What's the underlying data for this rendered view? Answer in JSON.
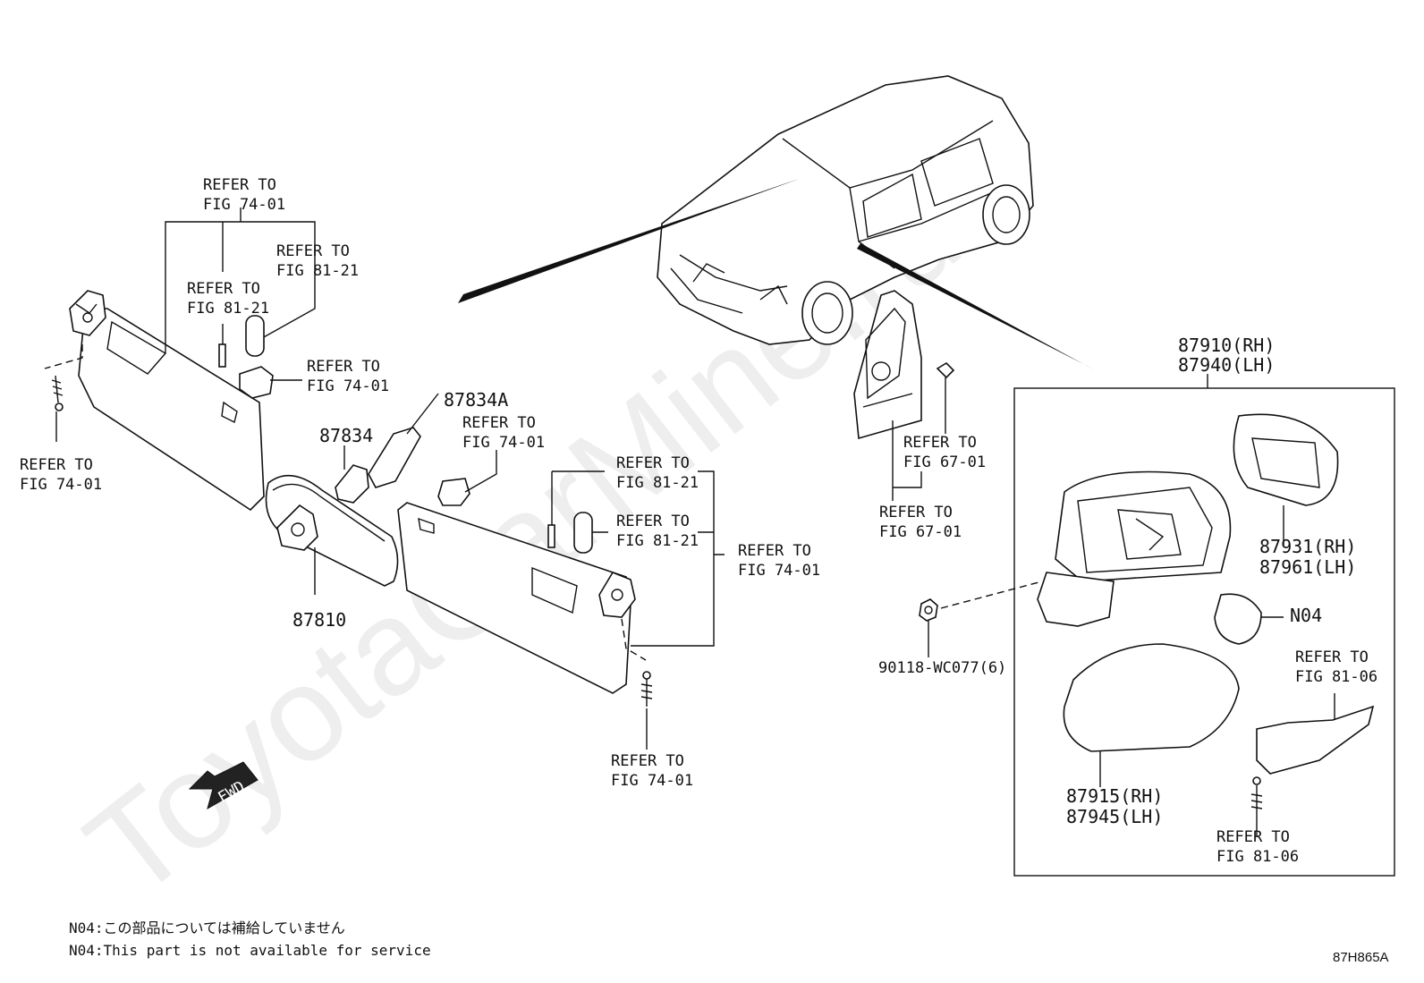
{
  "watermark": "ToyotaCarMine.ru",
  "drawing_code": "87H865A",
  "notes": {
    "jp": "N04:この部品については補給していません",
    "en": "N04:This part is not available for service"
  },
  "fwd_label": "FWD",
  "parts": {
    "p87834a": "87834A",
    "p87834": "87834",
    "p87810": "87810",
    "mirror_assy_rh": "87910(RH)",
    "mirror_assy_lh": "87940(LH)",
    "mirror_glass_rh": "87931(RH)",
    "mirror_glass_lh": "87961(LH)",
    "motor_note": "N04",
    "cover_rh": "87915(RH)",
    "cover_lh": "87945(LH)",
    "nut": "90118-WC077(6)"
  },
  "refs": [
    {
      "refer": "REFER TO",
      "fig": "FIG 74-01"
    },
    {
      "refer": "REFER TO",
      "fig": "FIG 81-21"
    },
    {
      "refer": "REFER TO",
      "fig": "FIG 81-21"
    },
    {
      "refer": "REFER TO",
      "fig": "FIG 74-01"
    },
    {
      "refer": "REFER TO",
      "fig": "FIG 74-01"
    },
    {
      "refer": "REFER TO",
      "fig": "FIG 74-01"
    },
    {
      "refer": "REFER TO",
      "fig": "FIG 81-21"
    },
    {
      "refer": "REFER TO",
      "fig": "FIG 81-21"
    },
    {
      "refer": "REFER TO",
      "fig": "FIG 74-01"
    },
    {
      "refer": "REFER TO",
      "fig": "FIG 74-01"
    },
    {
      "refer": "REFER TO",
      "fig": "FIG 67-01"
    },
    {
      "refer": "REFER TO",
      "fig": "FIG 67-01"
    },
    {
      "refer": "REFER TO",
      "fig": "FIG 81-06"
    },
    {
      "refer": "REFER TO",
      "fig": "FIG 81-06"
    }
  ]
}
